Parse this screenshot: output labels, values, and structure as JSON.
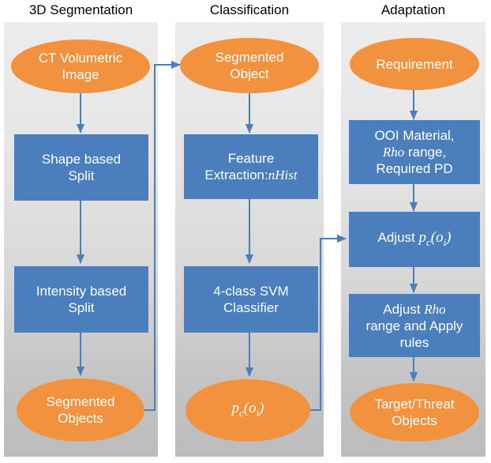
{
  "diagram": {
    "title_row": {
      "columns": [
        {
          "id": "segmentation",
          "label": "3D Segmentation"
        },
        {
          "id": "classification",
          "label": "Classification"
        },
        {
          "id": "adaptation",
          "label": "Adaptation"
        }
      ]
    },
    "colors": {
      "process_box": "#4a7ebc",
      "terminal_ellipse": "#f2923e",
      "panel_background_top": "#ececec",
      "panel_background_bottom": "#bcbcbc",
      "connector": "#4a7ebc",
      "title_text": "#000000",
      "node_text": "#ffffff"
    },
    "columns": [
      {
        "id": "segmentation",
        "label": "3D Segmentation",
        "nodes": [
          {
            "id": "ct-volumetric-image",
            "shape": "ellipse",
            "lines": [
              "CT Volumetric",
              "Image"
            ]
          },
          {
            "id": "shape-based-split",
            "shape": "rect",
            "lines": [
              "Shape based",
              "Split"
            ]
          },
          {
            "id": "intensity-based-split",
            "shape": "rect",
            "lines": [
              "Intensity based",
              "Split"
            ]
          },
          {
            "id": "segmented-objects",
            "shape": "ellipse",
            "lines": [
              "Segmented",
              "Objects"
            ]
          }
        ]
      },
      {
        "id": "classification",
        "label": "Classification",
        "nodes": [
          {
            "id": "segmented-object",
            "shape": "ellipse",
            "lines": [
              "Segmented",
              "Object"
            ]
          },
          {
            "id": "feature-extraction",
            "shape": "rect",
            "lines": [
              "Feature",
              "Extraction: nHist"
            ]
          },
          {
            "id": "svm-classifier",
            "shape": "rect",
            "lines": [
              "4-class SVM",
              "Classifier"
            ]
          },
          {
            "id": "pc-oi-output",
            "shape": "ellipse",
            "lines": [
              "pc(oi)"
            ]
          }
        ]
      },
      {
        "id": "adaptation",
        "label": "Adaptation",
        "nodes": [
          {
            "id": "requirement",
            "shape": "ellipse",
            "lines": [
              "Requirement"
            ]
          },
          {
            "id": "ooi-material",
            "shape": "rect",
            "lines": [
              "OOI Material,",
              "Rho range,",
              "Required PD"
            ]
          },
          {
            "id": "adjust-pc-oi",
            "shape": "rect",
            "lines": [
              "Adjust pc(oi)"
            ]
          },
          {
            "id": "adjust-rho-range",
            "shape": "rect",
            "lines": [
              "Adjust Rho",
              "range and Apply",
              "rules"
            ]
          },
          {
            "id": "target-threat-objects",
            "shape": "ellipse",
            "lines": [
              "Target/Threat",
              "Objects"
            ]
          }
        ]
      }
    ],
    "labels": {
      "ct_volumetric_image_l1": "CT Volumetric",
      "ct_volumetric_image_l2": "Image",
      "shape_based_split_l1": "Shape based",
      "shape_based_split_l2": "Split",
      "intensity_based_split_l1": "Intensity based",
      "intensity_based_split_l2": "Split",
      "segmented_objects_l1": "Segmented",
      "segmented_objects_l2": "Objects",
      "segmented_object_l1": "Segmented",
      "segmented_object_l2": "Object",
      "feature_extraction_l1": "Feature",
      "feature_extraction_l2_pre": "Extraction:",
      "feature_extraction_l2_math": "nHist",
      "svm_classifier_l1": "4-class SVM",
      "svm_classifier_l2": "Classifier",
      "pc_oi_p": "p",
      "pc_oi_c": "c",
      "pc_oi_open": "(",
      "pc_oi_o": "o",
      "pc_oi_i": "i",
      "pc_oi_close": ")",
      "requirement_l1": "Requirement",
      "ooi_material_l1": "OOI Material,",
      "ooi_material_l2_math": "Rho",
      "ooi_material_l2_post": "range,",
      "ooi_material_l3": "Required PD",
      "adjust_pc_oi_pre": "Adjust",
      "adjust_rho_l1_pre": "Adjust",
      "adjust_rho_l1_math": "Rho",
      "adjust_rho_l2": "range and Apply",
      "adjust_rho_l3": "rules",
      "target_threat_l1": "Target/Threat",
      "target_threat_l2": "Objects"
    },
    "connectors": [
      {
        "id": "ct-to-shape",
        "from": "ct-volumetric-image",
        "to": "shape-based-split",
        "kind": "straight-down"
      },
      {
        "id": "shape-to-intensity",
        "from": "shape-based-split",
        "to": "intensity-based-split",
        "kind": "straight-down"
      },
      {
        "id": "intensity-to-segmented-objects",
        "from": "intensity-based-split",
        "to": "segmented-objects",
        "kind": "straight-down"
      },
      {
        "id": "segmented-objects-to-segmented-object",
        "from": "segmented-objects",
        "to": "segmented-object",
        "kind": "elbow-right-up"
      },
      {
        "id": "segmented-object-to-feature",
        "from": "segmented-object",
        "to": "feature-extraction",
        "kind": "straight-down"
      },
      {
        "id": "feature-to-svm",
        "from": "feature-extraction",
        "to": "svm-classifier",
        "kind": "straight-down"
      },
      {
        "id": "svm-to-pc-oi",
        "from": "svm-classifier",
        "to": "pc-oi-output",
        "kind": "straight-down"
      },
      {
        "id": "pc-oi-to-adjust-pc-oi",
        "from": "pc-oi-output",
        "to": "adjust-pc-oi",
        "kind": "elbow-right-up"
      },
      {
        "id": "requirement-to-ooi",
        "from": "requirement",
        "to": "ooi-material",
        "kind": "straight-down"
      },
      {
        "id": "ooi-to-adjust-pc-oi",
        "from": "ooi-material",
        "to": "adjust-pc-oi",
        "kind": "straight-down"
      },
      {
        "id": "adjust-pc-oi-to-adjust-rho",
        "from": "adjust-pc-oi",
        "to": "adjust-rho-range",
        "kind": "straight-down"
      },
      {
        "id": "adjust-rho-to-target-threat",
        "from": "adjust-rho-range",
        "to": "target-threat-objects",
        "kind": "straight-down"
      }
    ]
  }
}
